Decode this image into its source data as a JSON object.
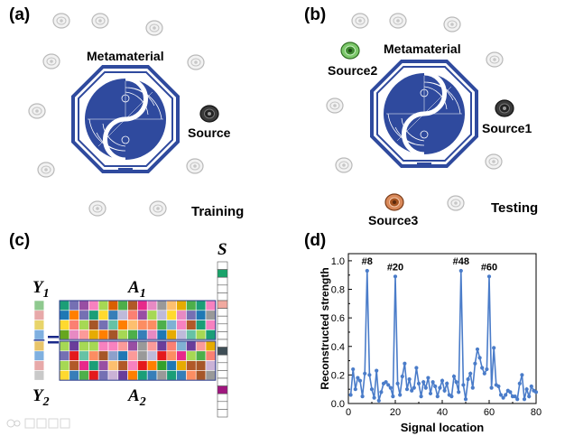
{
  "panel_a": {
    "label": "(a)",
    "metamaterial_label": "Metamaterial",
    "source_label": "Source",
    "caption": "Training"
  },
  "panel_b": {
    "label": "(b)",
    "metamaterial_label": "Metamaterial",
    "source1_label": "Source1",
    "source2_label": "Source2",
    "source3_label": "Source3",
    "caption": "Testing"
  },
  "panel_c": {
    "label": "(c)",
    "y1": "Y",
    "y1_sub": "1",
    "y2": "Y",
    "y2_sub": "2",
    "a1": "A",
    "a1_sub": "1",
    "a2": "A",
    "a2_sub": "2",
    "s": "S",
    "y1_colors": [
      "#8fc98f",
      "#e7a9a9",
      "#e8d46a",
      "#7fb0e0"
    ],
    "y2_colors": [
      "#e8c46a",
      "#7fb0e0",
      "#e7a9a9",
      "#c9c9c9"
    ],
    "s_colors": [
      "#ffffff",
      "#1aa36a",
      "#ffffff",
      "#ffffff",
      "#ffffff",
      "#f1a9a0",
      "#ffffff",
      "#ffffff",
      "#ffffff",
      "#ffffff",
      "#ffffff",
      "#3e4e56",
      "#ffffff",
      "#ffffff",
      "#ffffff",
      "#ffffff",
      "#a0167e",
      "#ffffff",
      "#ffffff",
      "#ffffff"
    ],
    "palette": [
      "#e41a1c",
      "#377eb8",
      "#4daf4a",
      "#984ea3",
      "#ff7f00",
      "#ffd92f",
      "#a65628",
      "#f781bf",
      "#999999",
      "#66c2a5",
      "#fc8d62",
      "#8da0cb",
      "#e78ac3",
      "#a6d854",
      "#1b9e77",
      "#d95f02",
      "#7570b3",
      "#e7298a",
      "#66a61e",
      "#e6ab02",
      "#1f78b4",
      "#33a02c",
      "#fb9a99",
      "#fdbf6f",
      "#cab2d6",
      "#6a3d9a",
      "#b15928",
      "#80b1d3",
      "#bebada",
      "#fb8072"
    ]
  },
  "chart_data": {
    "type": "line",
    "panel_label": "(d)",
    "xlabel": "Signal location",
    "ylabel": "Reconstructed strength",
    "xlim": [
      0,
      80
    ],
    "ylim": [
      0,
      1.05
    ],
    "xticks": [
      "0",
      "20",
      "40",
      "60",
      "80"
    ],
    "yticks": [
      "0.0",
      "0.2",
      "0.4",
      "0.6",
      "0.8",
      "1.0"
    ],
    "color": "#4a7cc9",
    "grid": false,
    "annotations": [
      {
        "text": "#8",
        "x": 8,
        "y": 0.93
      },
      {
        "text": "#20",
        "x": 20,
        "y": 0.89
      },
      {
        "text": "#48",
        "x": 48,
        "y": 0.93
      },
      {
        "text": "#60",
        "x": 60,
        "y": 0.89
      }
    ],
    "x": [
      1,
      2,
      3,
      4,
      5,
      6,
      7,
      8,
      9,
      10,
      11,
      12,
      13,
      14,
      15,
      16,
      17,
      18,
      19,
      20,
      21,
      22,
      23,
      24,
      25,
      26,
      27,
      28,
      29,
      30,
      31,
      32,
      33,
      34,
      35,
      36,
      37,
      38,
      39,
      40,
      41,
      42,
      43,
      44,
      45,
      46,
      47,
      48,
      49,
      50,
      51,
      52,
      53,
      54,
      55,
      56,
      57,
      58,
      59,
      60,
      61,
      62,
      63,
      64,
      65,
      66,
      67,
      68,
      69,
      70,
      71,
      72,
      73,
      74,
      75,
      76,
      77,
      78,
      79,
      80
    ],
    "y": [
      0.06,
      0.24,
      0.1,
      0.18,
      0.16,
      0.05,
      0.21,
      0.93,
      0.2,
      0.1,
      0.04,
      0.23,
      0.02,
      0.08,
      0.14,
      0.15,
      0.13,
      0.11,
      0.05,
      0.89,
      0.14,
      0.06,
      0.19,
      0.28,
      0.1,
      0.17,
      0.09,
      0.11,
      0.25,
      0.14,
      0.05,
      0.15,
      0.11,
      0.18,
      0.07,
      0.15,
      0.12,
      0.05,
      0.11,
      0.16,
      0.09,
      0.14,
      0.06,
      0.05,
      0.19,
      0.15,
      0.08,
      0.93,
      0.13,
      0.03,
      0.17,
      0.21,
      0.11,
      0.28,
      0.38,
      0.32,
      0.25,
      0.21,
      0.24,
      0.89,
      0.11,
      0.39,
      0.13,
      0.12,
      0.06,
      0.04,
      0.06,
      0.09,
      0.08,
      0.05,
      0.05,
      0.03,
      0.14,
      0.2,
      0.03,
      0.1,
      0.05,
      0.12,
      0.09,
      0.08
    ]
  }
}
